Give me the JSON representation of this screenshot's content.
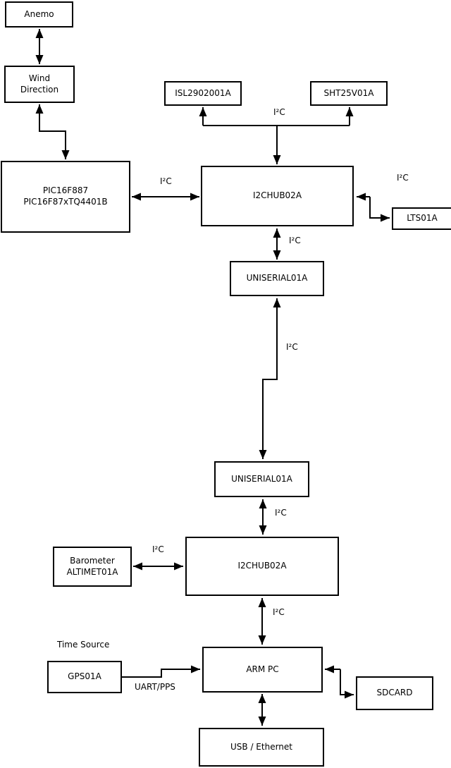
{
  "diagram": {
    "type": "block-diagram",
    "colors": {
      "background": "#ffffff",
      "line": "#000000",
      "box_border": "#000000",
      "text": "#000000"
    },
    "nodes": {
      "anemo": {
        "label": "Anemo"
      },
      "wind": {
        "label": "Wind\nDirection"
      },
      "pic": {
        "label": "PIC16F887\nPIC16F87xTQ4401B"
      },
      "isl": {
        "label": "ISL2902001A"
      },
      "sht": {
        "label": "SHT25V01A"
      },
      "hub1": {
        "label": "I2CHUB02A"
      },
      "lts": {
        "label": "LTS01A"
      },
      "uniserial1": {
        "label": "UNISERIAL01A"
      },
      "uniserial2": {
        "label": "UNISERIAL01A"
      },
      "barometer": {
        "label": "Barometer\nALTIMET01A"
      },
      "hub2": {
        "label": "I2CHUB02A"
      },
      "gps": {
        "label": "GPS01A"
      },
      "armpc": {
        "label": "ARM PC"
      },
      "sdcard": {
        "label": "SDCARD"
      },
      "usb": {
        "label": "USB / Ethernet"
      }
    },
    "edge_labels": {
      "i2c_pic_hub1": "I²C",
      "i2c_branch": "I²C",
      "i2c_hub1_lts": "I²C",
      "i2c_hub1_uniserial1": "I²C",
      "i2c_uniserial_link": "I²C",
      "i2c_uniserial2_hub2": "I²C",
      "i2c_barometer_hub2": "I²C",
      "i2c_hub2_armpc": "I²C",
      "time_source": "Time Source",
      "uart_pps": "UART/PPS"
    }
  }
}
